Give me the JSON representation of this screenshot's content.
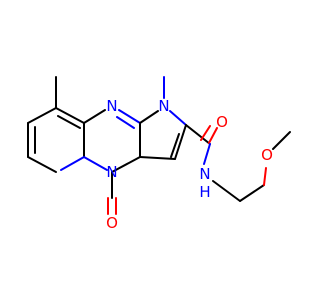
{
  "molecule": {
    "colors": {
      "carbon": "#000000",
      "nitrogen": "#0000ff",
      "oxygen": "#ff0000",
      "background": "#ffffff"
    },
    "atoms": {
      "n_pyrimidine": "N",
      "n_pyrrole": "N",
      "n_bridge": "N",
      "o_ketone": "O",
      "o_amide": "O",
      "n_amide": "N",
      "h_amide": "H",
      "o_ether": "O"
    }
  }
}
